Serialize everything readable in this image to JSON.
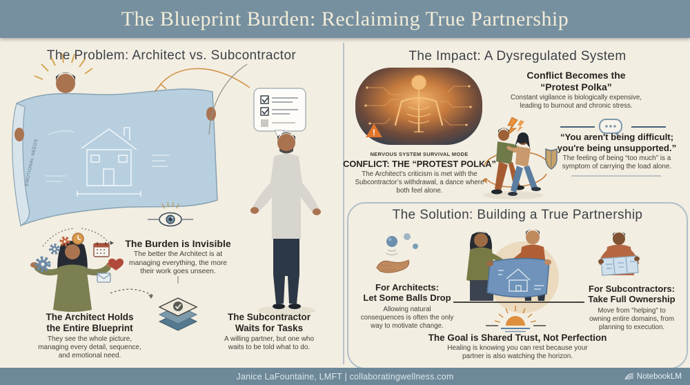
{
  "banner": {
    "title": "The Blueprint Burden: Reclaiming True Partnership"
  },
  "problem": {
    "title": "The Problem: Architect vs. Subcontractor",
    "blueprint_label": "EMOTIONAL NEEDS",
    "burden": {
      "heading": "The Burden is Invisible",
      "body": "The better the Architect is at\nmanaging everything, the more\ntheir work goes unseen."
    },
    "architect": {
      "heading": "The Architect Holds\nthe Entire Blueprint",
      "body": "They see the whole picture,\nmanaging every detail, sequence,\nand emotional need."
    },
    "subcontractor": {
      "heading": "The Subcontractor\nWaits for Tasks",
      "body": "A willing partner, but one who\nwaits to be told what to do."
    }
  },
  "impact": {
    "title": "The Impact: A Dysregulated System",
    "conflict_becomes": {
      "heading": "Conflict Becomes the\n“Protest Polka”",
      "body": "Constant vigilance is biologically expensive,\nleading to burnout and chronic stress."
    },
    "nervous_label": "NERVOUS SYSTEM SURVIVAL MODE",
    "conflict": {
      "heading": "CONFLICT: THE “PROTEST POLKA”",
      "body": "The Architect’s criticism is met with the\nSubcontractor’s withdrawal, a dance where\nboth feel alone."
    },
    "quote": {
      "heading": "“You aren't being difficult;\nyou're being unsupported.”",
      "body": "The feeling of being “too much” is a\nsymptom of carrying the load alone."
    }
  },
  "solution": {
    "title": "The Solution: Building a True Partnership",
    "architects": {
      "heading": "For Architects:\nLet Some Balls Drop",
      "body": "Allowing natural\nconsequences is often the only\nway to motivate change."
    },
    "subcontractors": {
      "heading": "For Subcontractors:\nTake Full Ownership",
      "body": "Move from \"helping\" to\nowning entire domains, from\nplanning to execution."
    },
    "goal": {
      "heading": "The Goal is Shared Trust, Not Perfection",
      "body": "Healing is knowing you can rest because your\npartner is also watching the horizon."
    }
  },
  "footer": {
    "credit": "Janice LaFountaine, LMFT | collaboratingwellness.com",
    "brand": "NotebookLM"
  },
  "colors": {
    "banner": "#76909f",
    "background": "#f3eee2",
    "blueprint": "#b7cfdf",
    "accent_orange": "#c9822f",
    "text_dark": "#26231f"
  }
}
